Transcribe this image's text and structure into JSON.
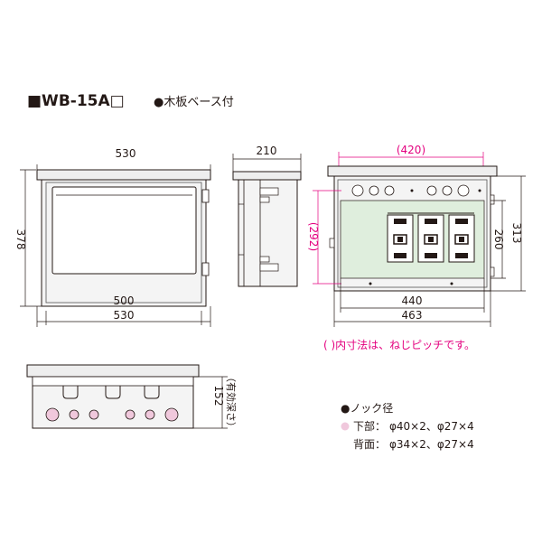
{
  "header": {
    "model": "■WB-15A□",
    "feature": "●木板ベース付"
  },
  "front_view": {
    "top_width": "530",
    "bottom_width_inner": "500",
    "bottom_width_outer": "530",
    "height": "378"
  },
  "side_view": {
    "depth": "210"
  },
  "inside_view": {
    "top_pitch": "(420)",
    "left_pitch": "(292)",
    "inner_height": "260",
    "outer_height": "313",
    "inner_width": "440",
    "outer_width": "463"
  },
  "bottom_view": {
    "depth": "152",
    "depth_note": "（有効深さ）"
  },
  "notes": {
    "pitch_note": "( )内寸法は、ねじピッチです。",
    "knock_title": "●ノック径",
    "bottom_label": "下部：",
    "bottom_values": "φ40×2、φ27×4",
    "back_label": "背面：",
    "back_values": "φ34×2、φ27×4"
  },
  "colors": {
    "accent_pink": "#e4007f",
    "base_board": "#dfeedd",
    "knock_fill": "#f0c8dc"
  }
}
